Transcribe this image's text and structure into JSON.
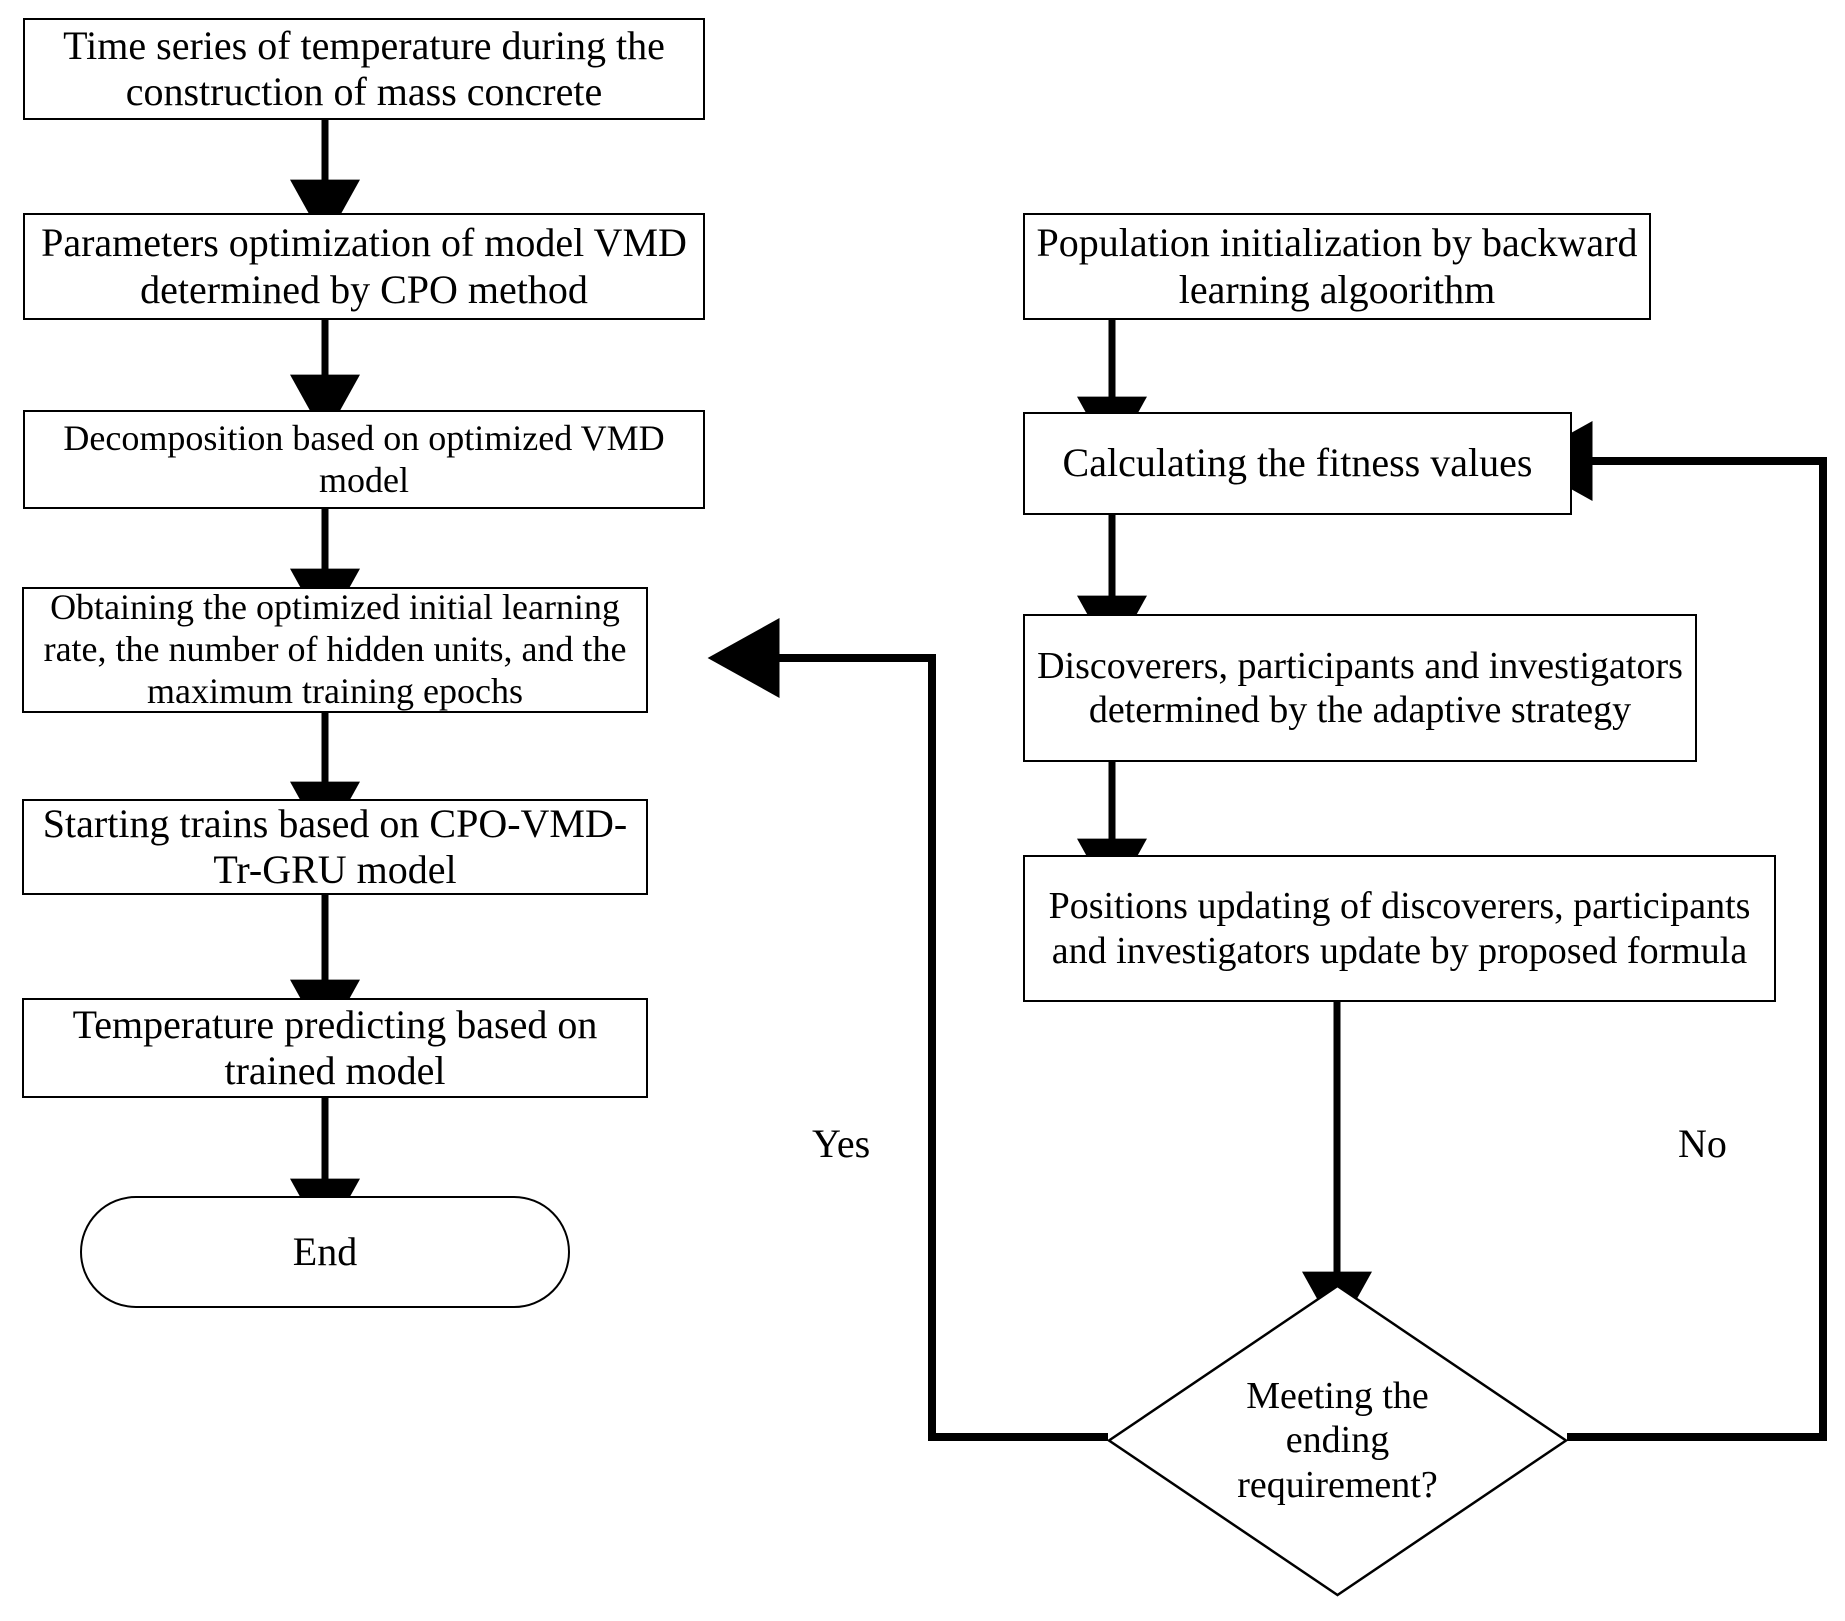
{
  "diagram": {
    "title": "CPO-VMD-Tr-GRU temperature prediction flowchart",
    "stroke_color": "#000000",
    "fill_color": "#ffffff",
    "left_column": [
      {
        "id": "time-series",
        "text": "Time series of temperature  during the construction of mass concrete",
        "shape": "process"
      },
      {
        "id": "params-opt",
        "text": "Parameters optimization of model VMD determined by CPO method",
        "shape": "process"
      },
      {
        "id": "decomposition",
        "text": "Decomposition based on optimized VMD model",
        "shape": "process"
      },
      {
        "id": "obtaining-params",
        "text": "Obtaining the optimized initial learning rate, the number of hidden units, and the maximum training epochs",
        "shape": "process"
      },
      {
        "id": "starting-trains",
        "text": "Starting trains based on CPO-VMD-Tr-GRU model",
        "shape": "process"
      },
      {
        "id": "temperature-predicting",
        "text": "Temperature predicting based on trained model",
        "shape": "process"
      },
      {
        "id": "end",
        "text": "End",
        "shape": "terminator"
      }
    ],
    "right_column": [
      {
        "id": "population-init",
        "text": "Population initialization by backward learning algoorithm",
        "shape": "process"
      },
      {
        "id": "calculating-fitness",
        "text": "Calculating the fitness values",
        "shape": "process"
      },
      {
        "id": "discoverers",
        "text": "Discoverers, participants and investigators determined by the adaptive strategy",
        "shape": "process"
      },
      {
        "id": "positions-updating",
        "text": "Positions updating of discoverers, participants and investigators update by proposed formula",
        "shape": "process"
      },
      {
        "id": "meeting-ending",
        "text": "Meeting the ending requirement?",
        "shape": "decision"
      }
    ],
    "branch_labels": {
      "yes": "Yes",
      "no": "No"
    }
  }
}
